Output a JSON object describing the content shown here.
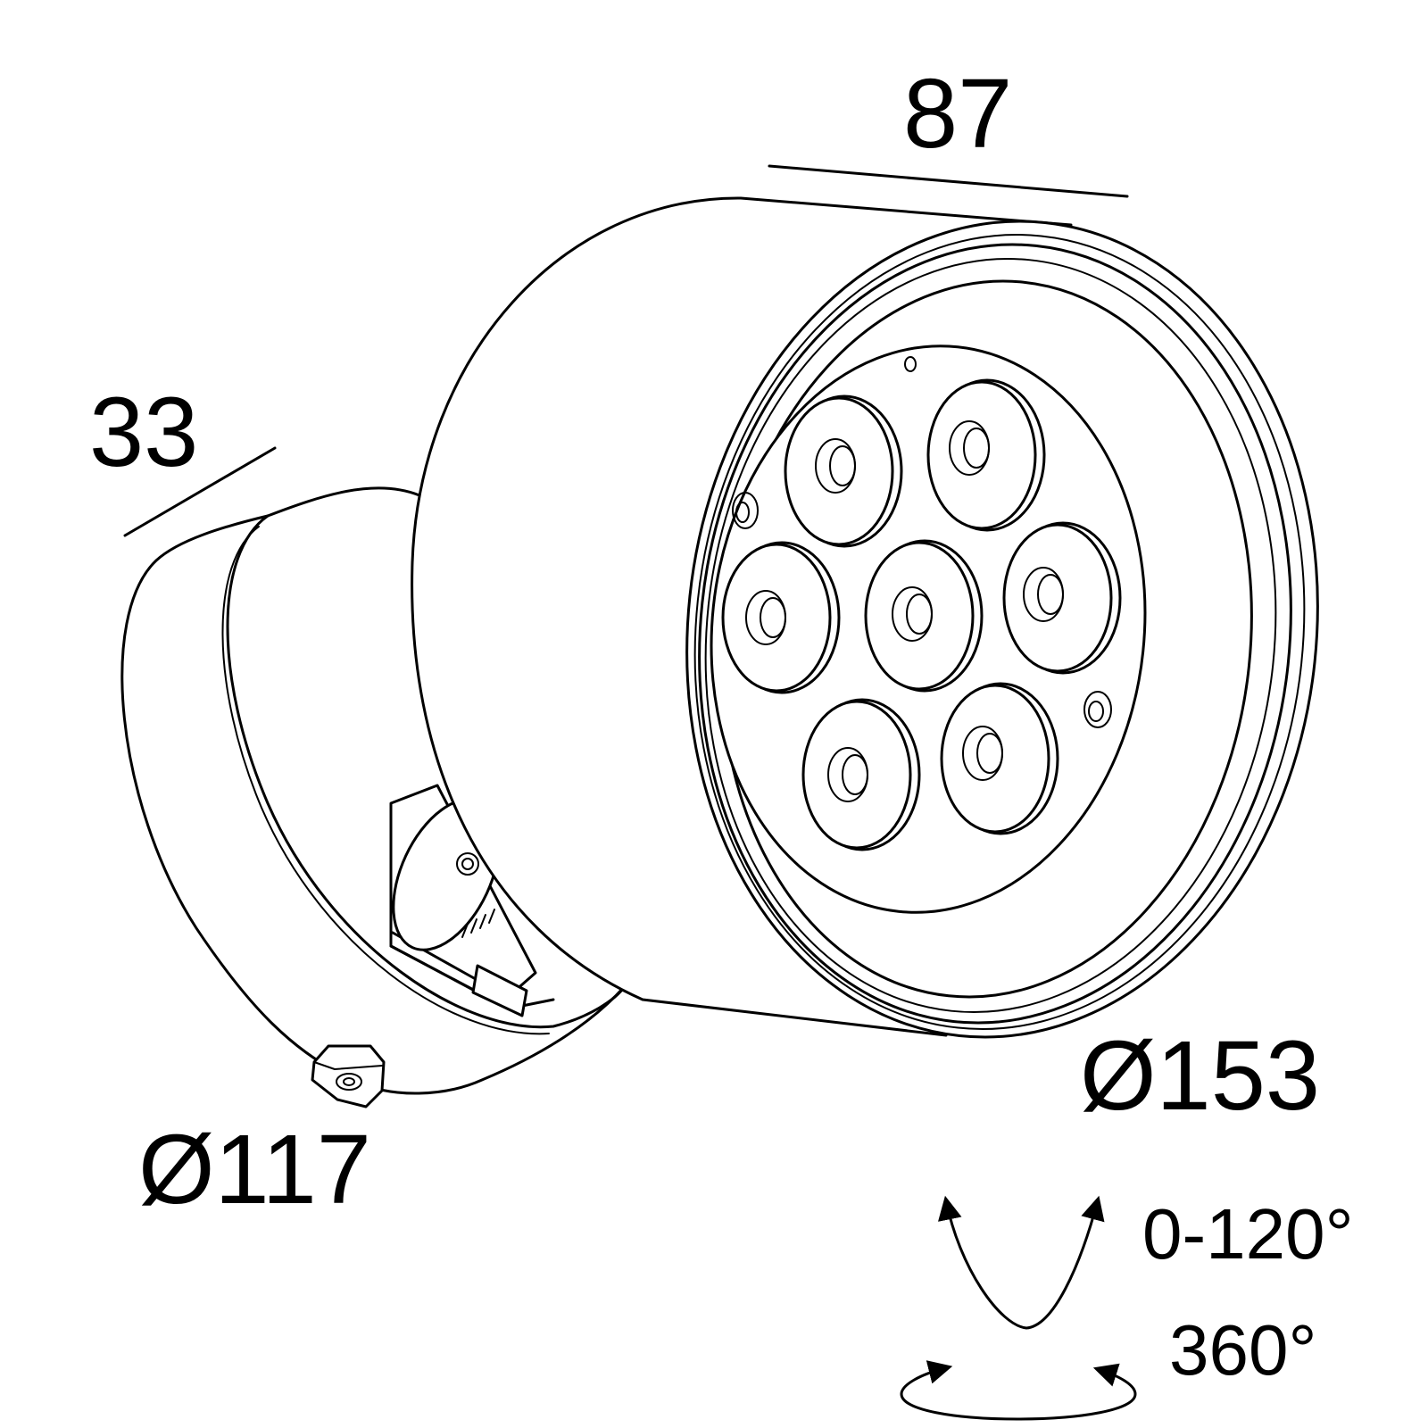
{
  "dimensions": {
    "depth": "87",
    "base_depth": "33",
    "head_diameter": "Ø153",
    "base_diameter": "Ø117"
  },
  "rotation": {
    "tilt": "0-120°",
    "pan": "360°"
  },
  "led_count": 7
}
